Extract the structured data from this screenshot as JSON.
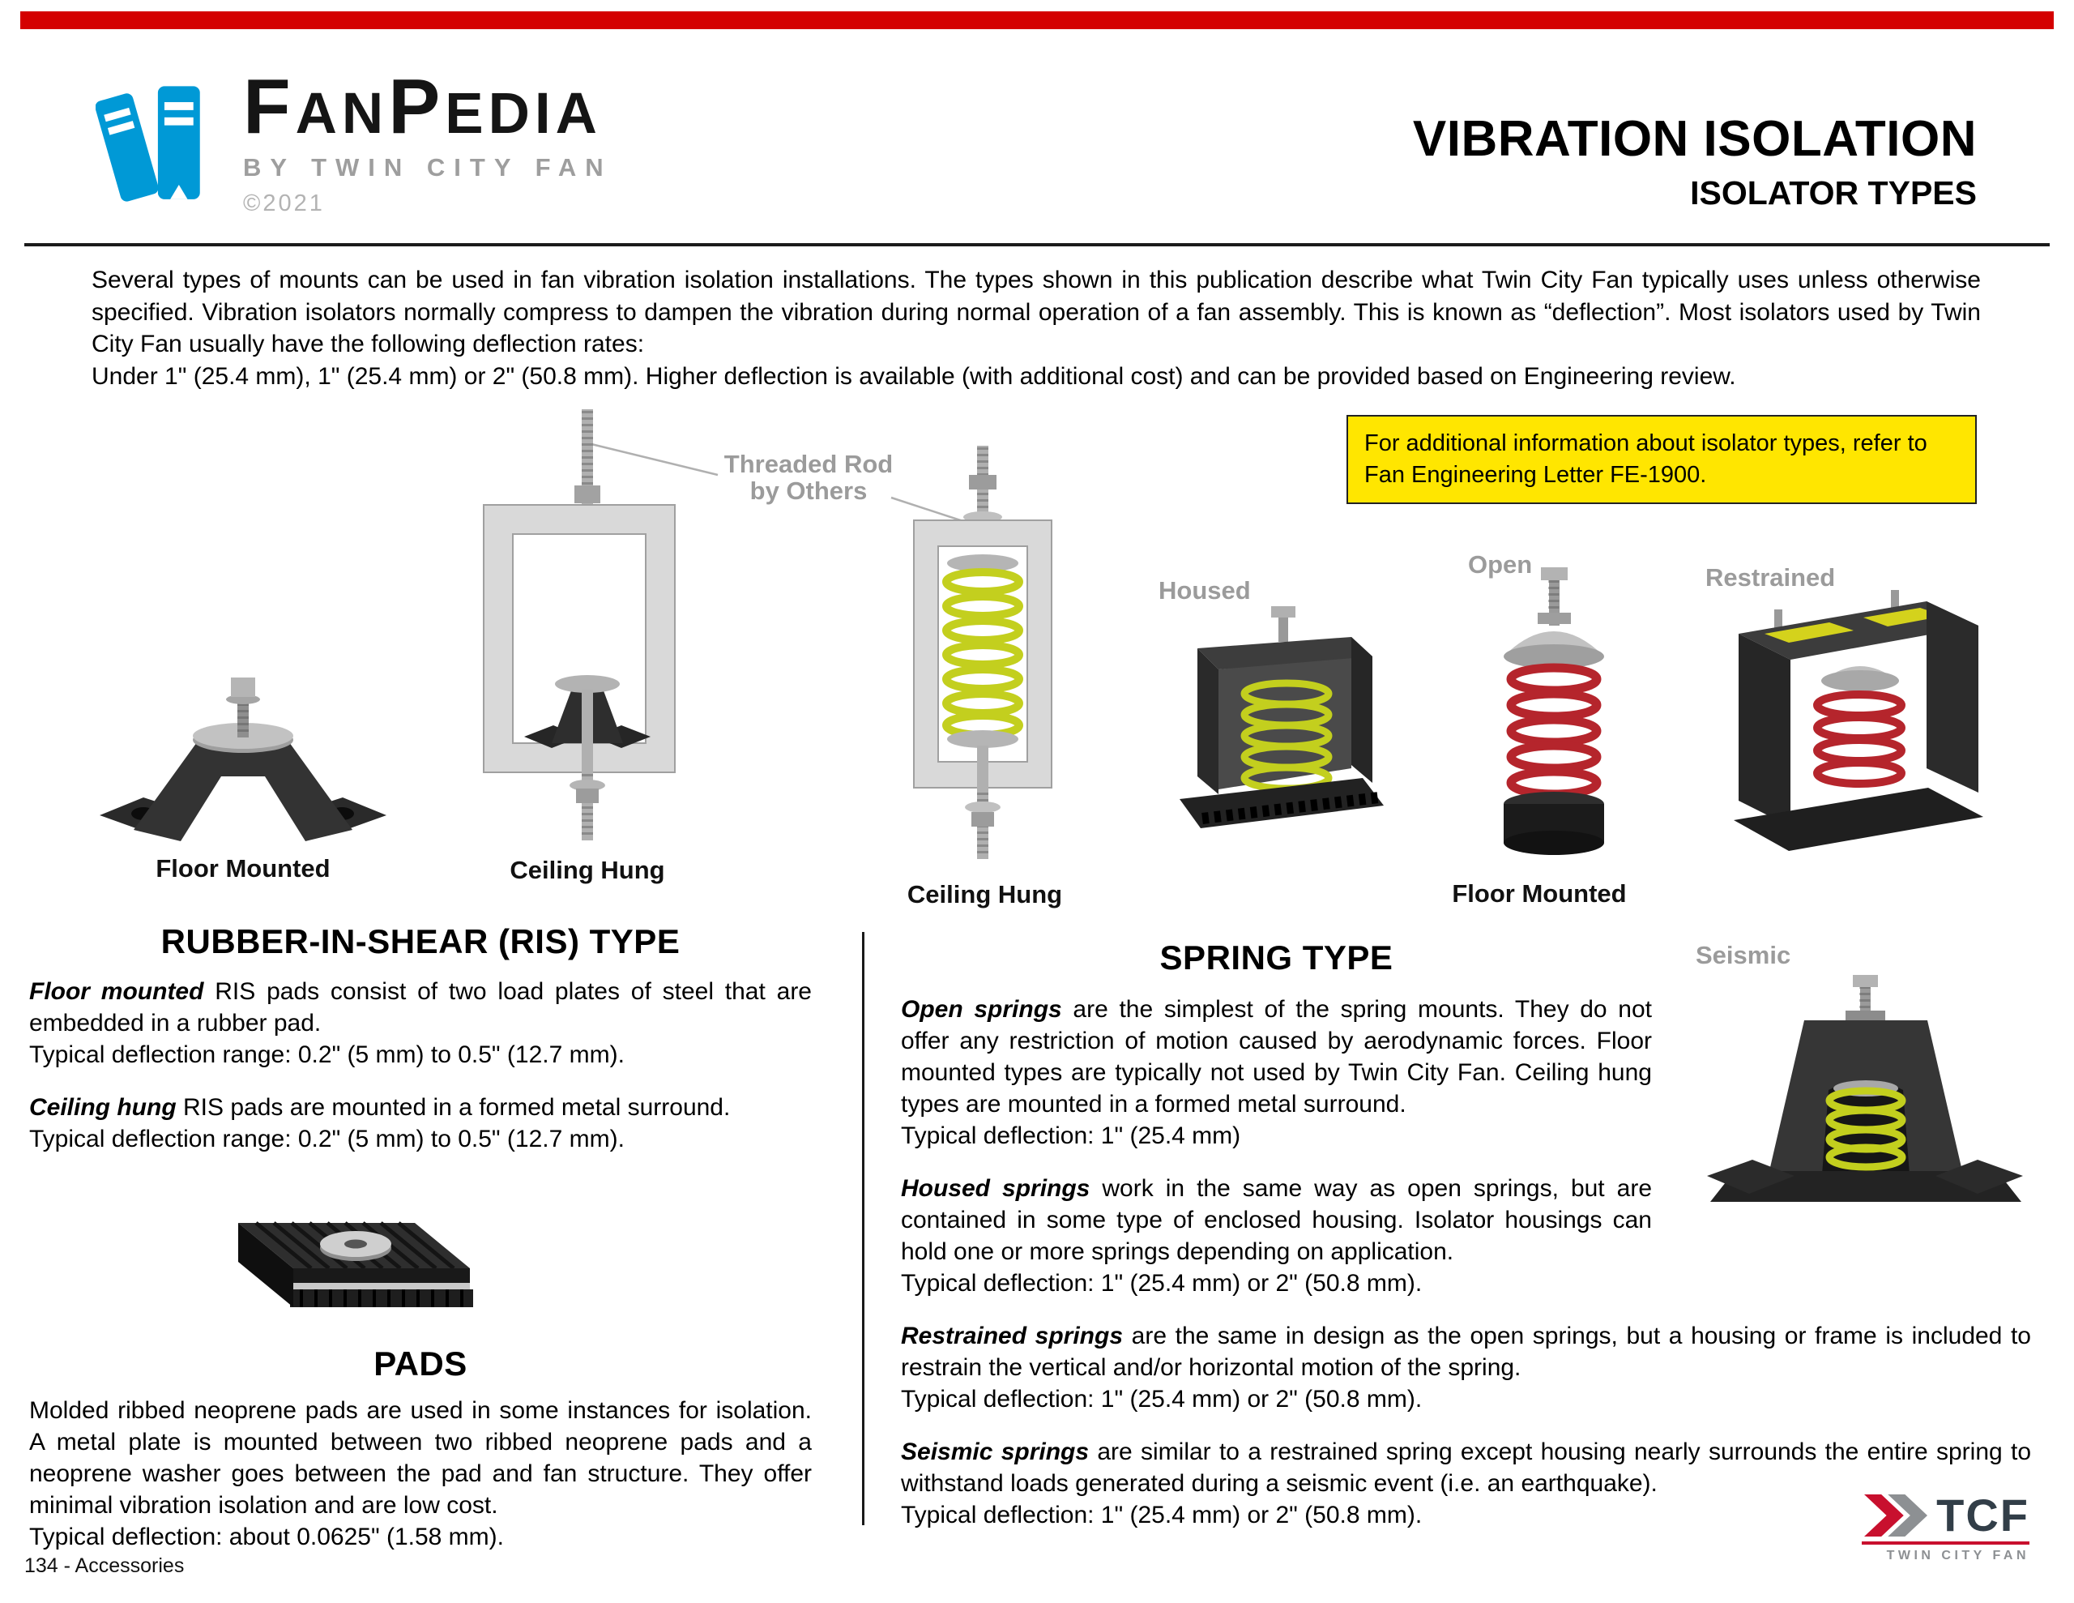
{
  "header": {
    "brand": {
      "name_f": "F",
      "name_an": "AN",
      "name_p": "P",
      "name_edia": "EDIA",
      "byline": "BY TWIN CITY FAN",
      "copyright": "©2021"
    },
    "title": "VIBRATION ISOLATION",
    "subtitle": "ISOLATOR TYPES"
  },
  "intro": {
    "p1": "Several types of mounts can be used in fan vibration isolation installations. The types shown in this publication describe what Twin City Fan typically uses unless otherwise specified. Vibration isolators normally compress to dampen the vibration during normal operation of a fan assembly. This is known as “deflection”. Most isolators used by Twin City Fan usually have the following deflection rates:",
    "p2": "Under 1\" (25.4 mm), 1\" (25.4 mm) or 2\" (50.8 mm). Higher deflection is available (with additional cost) and can be provided based on Engineering review."
  },
  "note": {
    "text": "For additional information about isolator types, refer to Fan Engineering Letter FE-1900."
  },
  "figures": {
    "threaded_rod_line1": "Threaded Rod",
    "threaded_rod_line2": "by Others",
    "ris_floor_caption": "Floor Mounted",
    "ris_ceiling_caption": "Ceiling Hung",
    "spring_ceiling_caption": "Ceiling Hung",
    "housed_label": "Housed",
    "open_label": "Open",
    "restrained_label": "Restrained",
    "spring_floor_caption": "Floor Mounted",
    "seismic_label": "Seismic"
  },
  "ris": {
    "heading": "RUBBER-IN-SHEAR (RIS) TYPE",
    "p1_lead": "Floor mounted",
    "p1_rest": " RIS pads consist of two load plates of steel that are embedded in a rubber pad.",
    "p1_deflection": "Typical deflection range: 0.2\" (5 mm) to 0.5\" (12.7 mm).",
    "p2_lead": "Ceiling hung",
    "p2_rest": " RIS pads are mounted in a formed metal surround.",
    "p2_deflection": "Typical deflection range: 0.2\" (5 mm) to 0.5\" (12.7 mm)."
  },
  "pads": {
    "heading": "PADS",
    "body": "Molded ribbed neoprene pads are used in some instances for isolation. A metal plate is mounted between two ribbed neoprene pads and a neoprene washer goes between the pad and fan structure. They offer minimal vibration isolation and are low cost.",
    "deflection": "Typical deflection: about 0.0625\" (1.58 mm)."
  },
  "spring": {
    "heading": "SPRING TYPE",
    "open_lead": "Open springs",
    "open_rest": " are the simplest of the spring mounts. They do not offer any restriction of motion caused by aerodynamic forces. Floor mounted types are typically not used by Twin City Fan. Ceiling hung types are mounted in a formed metal surround.",
    "open_deflection": "Typical deflection: 1\" (25.4 mm)",
    "housed_lead": "Housed springs",
    "housed_rest": " work in the same way as open springs, but are contained in some type of enclosed housing. Isolator housings can hold one or more springs depending on application.",
    "housed_deflection": "Typical deflection: 1\" (25.4 mm) or 2\" (50.8 mm).",
    "restrained_lead": "Restrained springs",
    "restrained_rest": " are the same in design as the open springs, but a housing or frame is included to restrain the vertical and/or horizontal motion of the spring.",
    "restrained_deflection": "Typical deflection: 1\" (25.4 mm) or 2\" (50.8 mm).",
    "seismic_lead": "Seismic springs",
    "seismic_rest": " are similar to a restrained spring except housing nearly surrounds the entire spring to withstand loads generated during a seismic event (i.e. an earthquake).",
    "seismic_deflection": "Typical deflection: 1\" (25.4 mm) or 2\" (50.8 mm)."
  },
  "footer": {
    "page_label": "134 - Accessories",
    "logo_text": "TCF",
    "logo_subtext": "TWIN CITY FAN"
  },
  "colors": {
    "red_bar": "#d40000",
    "note_background": "#ffe600",
    "brand_blue": "#0099d6",
    "spring_yellow": "#c3cf1e",
    "spring_red": "#b5252c"
  }
}
